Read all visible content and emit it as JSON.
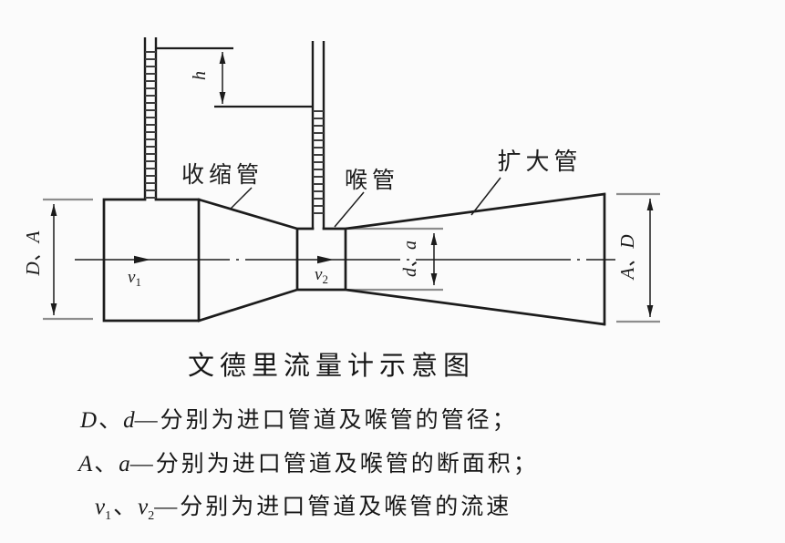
{
  "title_caption": "文德里流量计示意图",
  "diagram": {
    "part_labels": {
      "converging": "收缩管",
      "throat": "喉管",
      "diverging": "扩大管"
    },
    "dimension_labels": {
      "inlet": "D、A",
      "outlet": "A、D",
      "throat": "d、a",
      "manometer_head": "h"
    },
    "flow_labels": {
      "v1_base": "v",
      "v1_sub": "1",
      "v2_base": "v",
      "v2_sub": "2"
    }
  },
  "legend": {
    "line1": {
      "sym1": "D",
      "sep": "、",
      "sym2": "d",
      "desc": "—分别为进口管道及喉管的管径；"
    },
    "line2": {
      "sym1": "A",
      "sep": "、",
      "sym2": "a",
      "desc": "—分别为进口管道及喉管的断面积；"
    },
    "line3": {
      "sym1": "v",
      "sub1": "1",
      "sep": "、",
      "sym2": "v",
      "sub2": "2",
      "desc": "—分别为进口管道及喉管的流速"
    }
  },
  "colors": {
    "ink": "#1c1c1c",
    "extension_tick": "#8d8d8d",
    "background": "#fbfbfb"
  }
}
